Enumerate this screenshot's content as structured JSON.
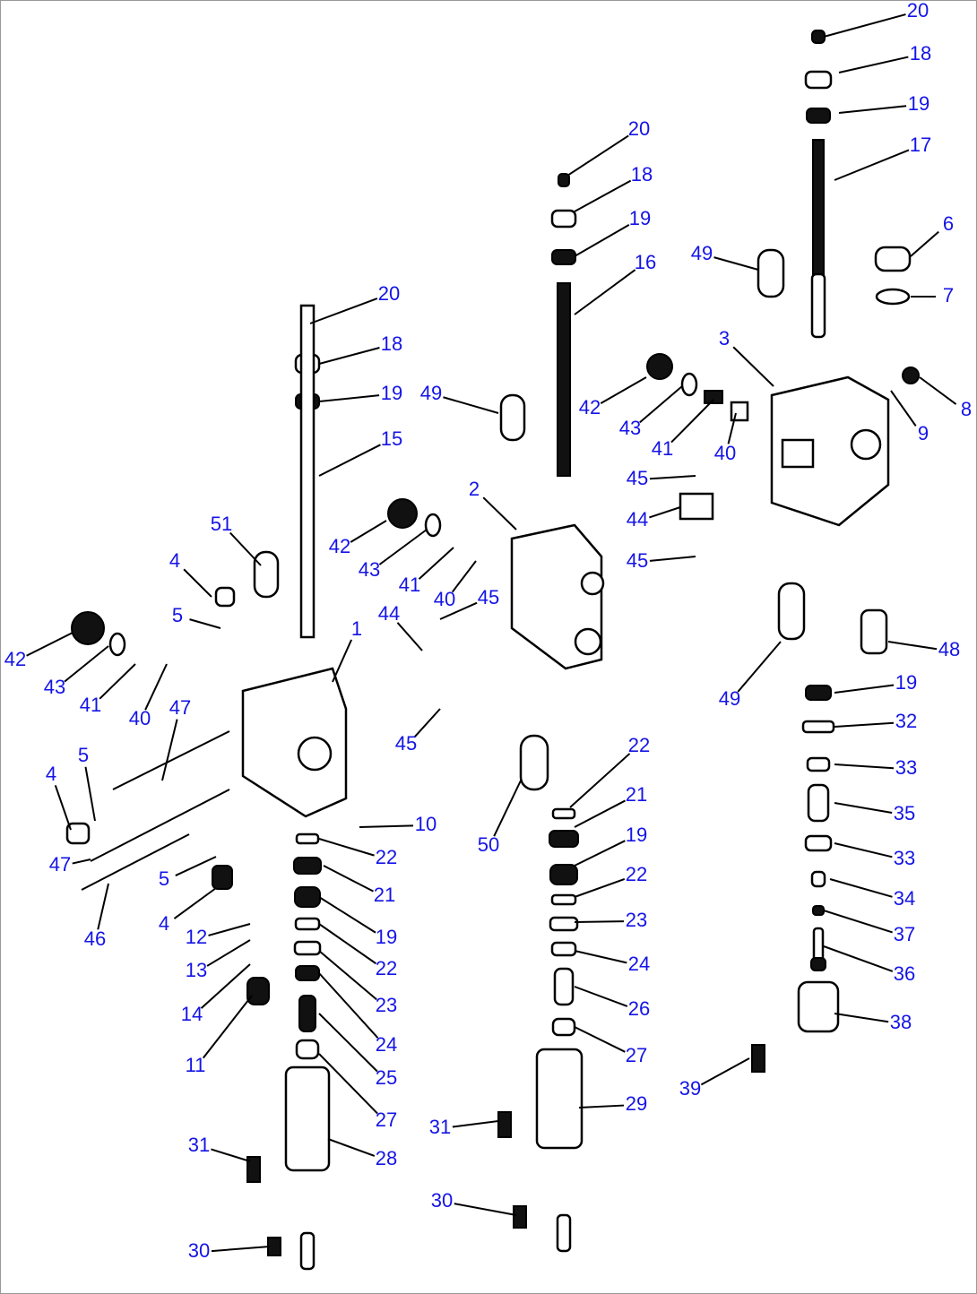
{
  "diagram": {
    "title": "Control valve exploded parts view",
    "label_color": "#1414e6",
    "right_assembly": [
      "20",
      "18",
      "19",
      "17",
      "6",
      "7",
      "49",
      "3",
      "8",
      "9",
      "48",
      "49",
      "19",
      "32",
      "33",
      "35",
      "33",
      "34",
      "37",
      "36",
      "38",
      "39"
    ],
    "middle_assembly": [
      "20",
      "18",
      "19",
      "16",
      "49",
      "42",
      "43",
      "41",
      "40",
      "45",
      "44",
      "45",
      "2",
      "45",
      "44",
      "45",
      "50",
      "22",
      "21",
      "19",
      "22",
      "23",
      "24",
      "26",
      "27",
      "29",
      "31",
      "30"
    ],
    "left_assembly": [
      "20",
      "18",
      "19",
      "15",
      "51",
      "42",
      "43",
      "41",
      "40",
      "4",
      "5",
      "1",
      "42",
      "43",
      "41",
      "40",
      "47",
      "5",
      "4",
      "10",
      "22",
      "21",
      "19",
      "22",
      "23",
      "24",
      "25",
      "27",
      "28",
      "47",
      "5",
      "4",
      "46",
      "12",
      "13",
      "14",
      "11",
      "31",
      "30"
    ]
  }
}
